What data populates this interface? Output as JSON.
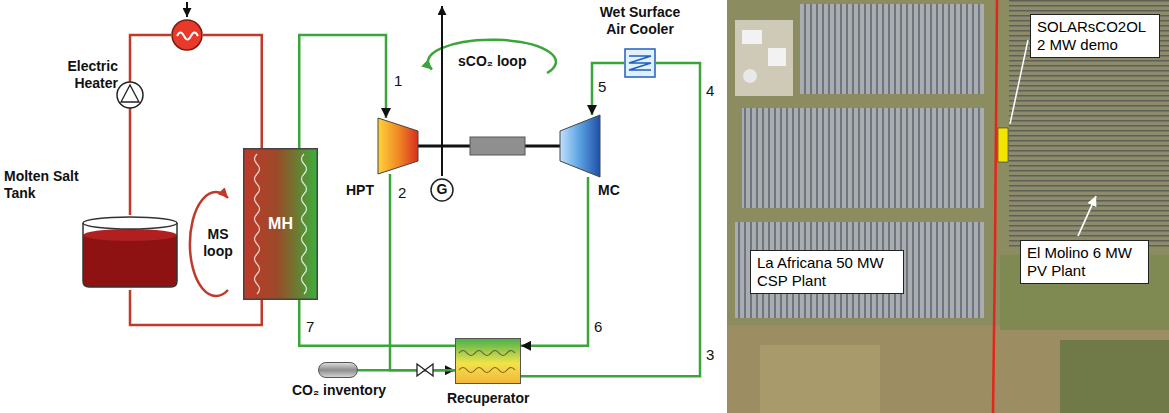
{
  "diagram": {
    "nodes": [
      {
        "text": [
          "Electric Heater"
        ]
      },
      {
        "text": [
          "Molten Salt Tank"
        ]
      },
      {
        "text": [
          "MH"
        ]
      },
      {
        "text": [
          "HPT"
        ]
      },
      {
        "text": [
          "G"
        ]
      },
      {
        "text": [
          "MC"
        ]
      },
      {
        "text": [
          "Wet Surface Air Cooler"
        ]
      },
      {
        "text": [
          "CO₂ inventory"
        ]
      },
      {
        "text": [
          "Recuperator"
        ]
      },
      {
        "text": [
          "SOLARsCO2OL 2 MW demo"
        ]
      },
      {
        "text": [
          "La Africana 50 MW CSP Plant"
        ]
      },
      {
        "text": [
          "El Molino 6 MW PV Plant"
        ]
      }
    ],
    "edges": [
      {
        "from": 1,
        "to": 0,
        "arrow": "none"
      },
      {
        "from": 0,
        "to": 2,
        "arrow": "none"
      },
      {
        "from": 2,
        "to": 1,
        "arrow": "none"
      },
      {
        "from": 2,
        "to": 3,
        "arrow": "to"
      },
      {
        "from": 3,
        "to": 8,
        "arrow": "to"
      },
      {
        "from": 7,
        "to": 8,
        "arrow": "none"
      },
      {
        "from": 8,
        "to": 6,
        "arrow": "none"
      },
      {
        "from": 6,
        "to": 5,
        "arrow": "to"
      },
      {
        "from": 5,
        "to": 8,
        "arrow": "to"
      },
      {
        "from": 8,
        "to": 2,
        "arrow": "none"
      },
      {
        "from": 3,
        "to": 5,
        "arrow": "none"
      }
    ],
    "labels": [
      "MS loop",
      "sCO₂ loop",
      "1",
      "2",
      "3",
      "4",
      "5",
      "6",
      "7"
    ]
  }
}
